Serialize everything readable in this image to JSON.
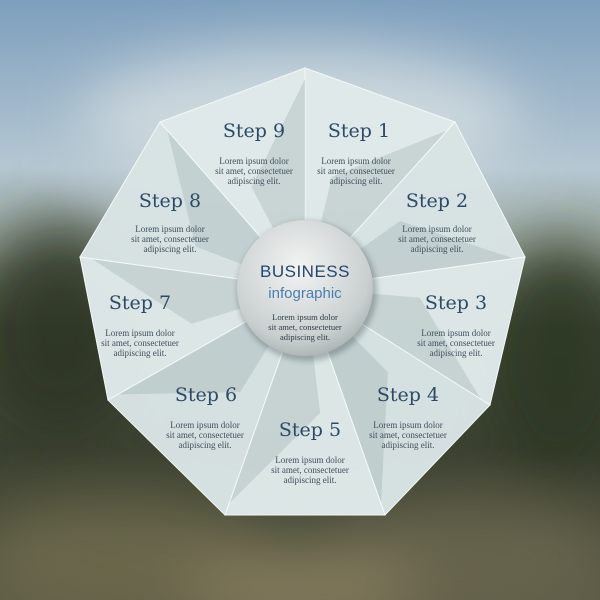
{
  "center": {
    "title": "BUSINESS",
    "subtitle": "infographic",
    "body": [
      "Lorem ipsum dolor",
      "sit amet, consectetuer",
      "adipiscing elit."
    ]
  },
  "steps": [
    {
      "title": "Step 1",
      "body": [
        "Lorem ipsum dolor",
        "sit amet, consectetuer",
        "adipiscing elit."
      ]
    },
    {
      "title": "Step 2",
      "body": [
        "Lorem ipsum dolor",
        "sit amet, consectetuer",
        "adipiscing elit."
      ]
    },
    {
      "title": "Step 3",
      "body": [
        "Lorem ipsum dolor",
        "sit amet, consectetuer",
        "adipiscing elit."
      ]
    },
    {
      "title": "Step 4",
      "body": [
        "Lorem ipsum dolor",
        "sit amet, consectetuer",
        "adipiscing elit."
      ]
    },
    {
      "title": "Step 5",
      "body": [
        "Lorem ipsum dolor",
        "sit amet, consectetuer",
        "adipiscing elit."
      ]
    },
    {
      "title": "Step 6",
      "body": [
        "Lorem ipsum dolor",
        "sit amet, consectetuer",
        "adipiscing elit."
      ]
    },
    {
      "title": "Step 7",
      "body": [
        "Lorem ipsum dolor",
        "sit amet, consectetuer",
        "adipiscing elit."
      ]
    },
    {
      "title": "Step 8",
      "body": [
        "Lorem ipsum dolor",
        "sit amet, consectetuer",
        "adipiscing elit."
      ]
    },
    {
      "title": "Step 9",
      "body": [
        "Lorem ipsum dolor",
        "sit amet, consectetuer",
        "adipiscing elit."
      ]
    }
  ],
  "colors": {
    "sky_top": "#7fa0be",
    "sky_mid": "#b9ccd6",
    "ground_dark": "#2f3826",
    "ground_mid": "#5a5a3e",
    "panel_light": "#e4eded",
    "panel_shade": "#b9c7c8",
    "title": "#2c4a66",
    "center_title": "#24466e",
    "center_sub": "#4a7fb0"
  }
}
